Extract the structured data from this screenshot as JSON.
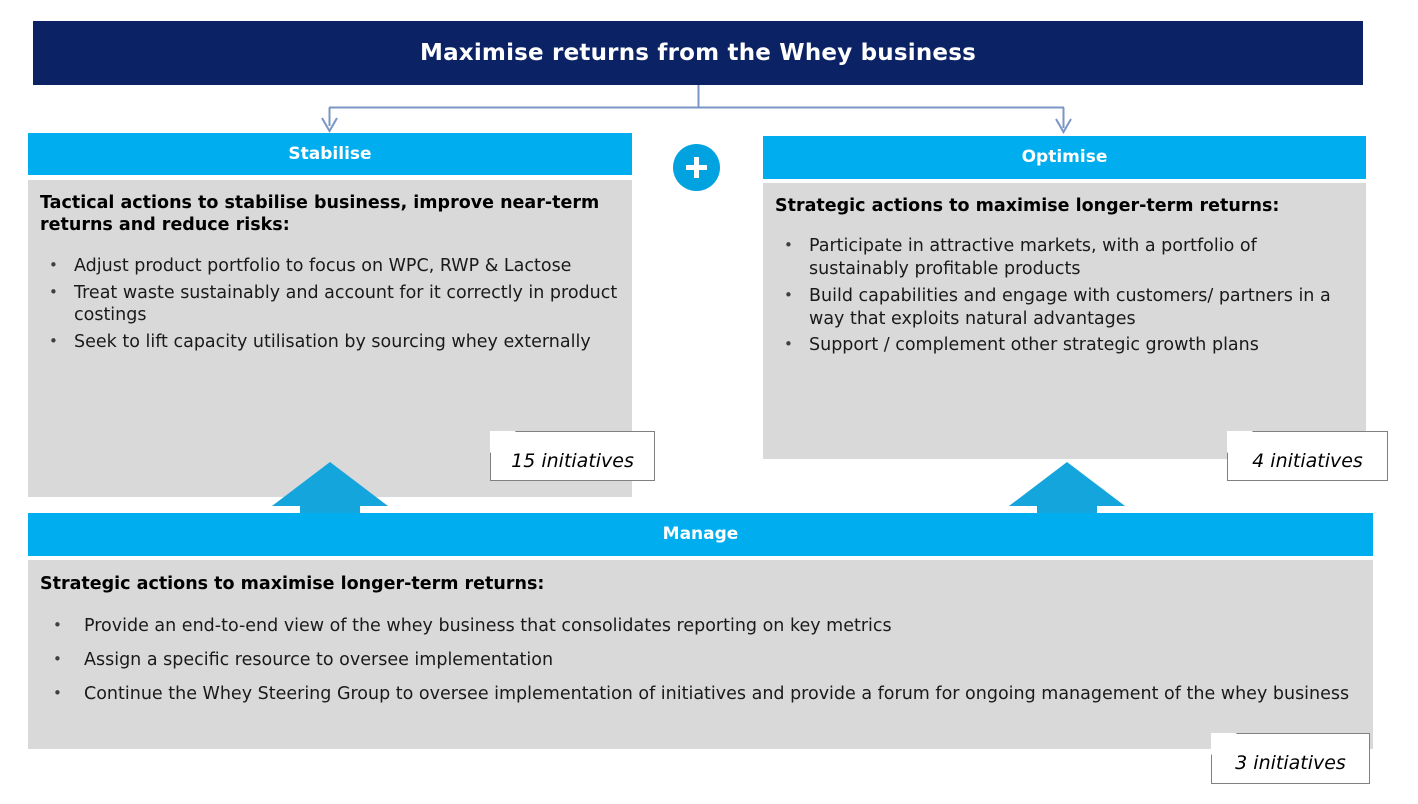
{
  "banner": {
    "title": "Maximise returns from the Whey business",
    "color": "#0b2265"
  },
  "theme": {
    "accent_blue": "#00aeef",
    "panel_gray": "#d9d9d9",
    "navy": "#0b2265",
    "connector_line": "#7a96c4"
  },
  "connector": {
    "plus_symbol": "+"
  },
  "pillars": {
    "stabilise": {
      "header": "Stabilise",
      "lead": "Tactical actions to stabilise business, improve near-term returns and reduce risks:",
      "bullets": [
        "Adjust product portfolio to focus on WPC, RWP & Lactose",
        "Treat waste sustainably and account for it correctly in product costings",
        "Seek to lift capacity utilisation by sourcing whey externally"
      ],
      "callout": "15 initiatives"
    },
    "optimise": {
      "header": "Optimise",
      "lead": "Strategic actions to maximise longer-term returns:",
      "bullets": [
        "Participate in attractive markets, with a portfolio of sustainably profitable products",
        "Build capabilities and engage with customers/ partners in a way that  exploits natural advantages",
        "Support / complement other strategic growth plans"
      ],
      "callout": "4 initiatives"
    },
    "manage": {
      "header": "Manage",
      "lead": "Strategic actions to maximise longer-term returns:",
      "bullets": [
        "Provide an end-to-end view of the whey business that consolidates reporting on key metrics",
        "Assign a specific resource to oversee implementation",
        "Continue the Whey Steering Group to oversee implementation of initiatives and provide a forum for ongoing management of the whey business"
      ],
      "callout": "3 initiatives"
    }
  },
  "bullet_glyph": "•"
}
